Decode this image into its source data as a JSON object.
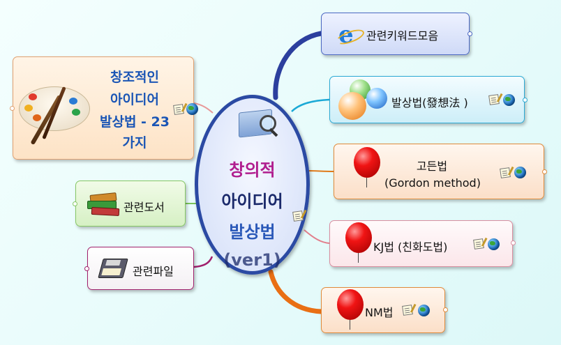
{
  "central": {
    "line1": "창의적",
    "line2": "아이디어",
    "line3": "발상법",
    "line4": "(ver1)"
  },
  "topics": {
    "keywords": {
      "label": "관련키워드모음",
      "icon": "internet-explorer-icon"
    },
    "balsang": {
      "label": "발상법(發想法 )",
      "icon": "glass-spheres-icon"
    },
    "gordon": {
      "line1": "고든법",
      "line2": "(Gordon method)",
      "icon": "red-balloon-icon"
    },
    "kj": {
      "label": "KJ법 (친화도법)",
      "icon": "red-balloon-icon"
    },
    "nm": {
      "label": "NM법",
      "icon": "red-balloon-icon"
    },
    "creative": {
      "line1": "창조적인",
      "line2": "아이디어",
      "line3": "발상법 - 23",
      "line4": "가지",
      "icon": "paint-palette-icon"
    },
    "books": {
      "label": "관련도서",
      "icon": "books-icon"
    },
    "files": {
      "label": "관련파일",
      "icon": "floppy-disk-icon"
    }
  },
  "colors": {
    "central_border": "#2b4aa3",
    "central_fill": "#dde6fb",
    "creative_text": "#1a55b5",
    "central_text1": "#b01d8e",
    "central_text2": "#1b2a6b",
    "central_text3": "#2a58b8"
  }
}
